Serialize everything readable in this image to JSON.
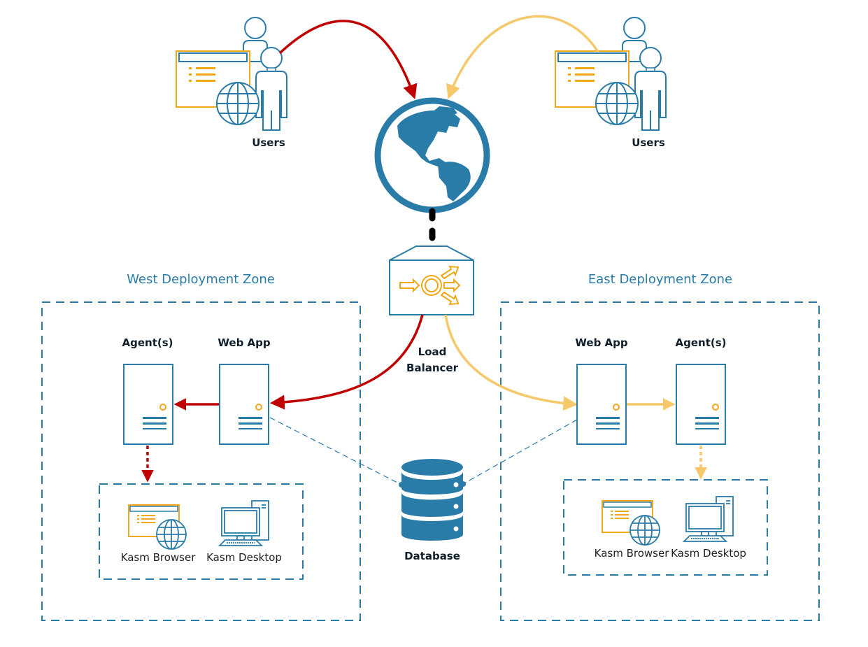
{
  "colors": {
    "primary_blue": "#2a7ca8",
    "west_flow": "#c00000",
    "east_flow": "#f5c96b",
    "accent_orange": "#f0a818",
    "text_dark": "#0f1e2a"
  },
  "users": {
    "west": {
      "label": "Users"
    },
    "east": {
      "label": "Users"
    }
  },
  "internet": {
    "icon": "globe-icon"
  },
  "load_balancer": {
    "label_line1": "Load",
    "label_line2": "Balancer"
  },
  "database": {
    "label": "Database"
  },
  "zones": {
    "west": {
      "title": "West Deployment Zone",
      "agent_label": "Agent(s)",
      "webapp_label": "Web App",
      "apps": [
        {
          "label": "Kasm Browser"
        },
        {
          "label": "Kasm Desktop"
        }
      ]
    },
    "east": {
      "title": "East Deployment Zone",
      "webapp_label": "Web App",
      "agent_label": "Agent(s)",
      "apps": [
        {
          "label": "Kasm Browser"
        },
        {
          "label": "Kasm Desktop"
        }
      ]
    }
  }
}
